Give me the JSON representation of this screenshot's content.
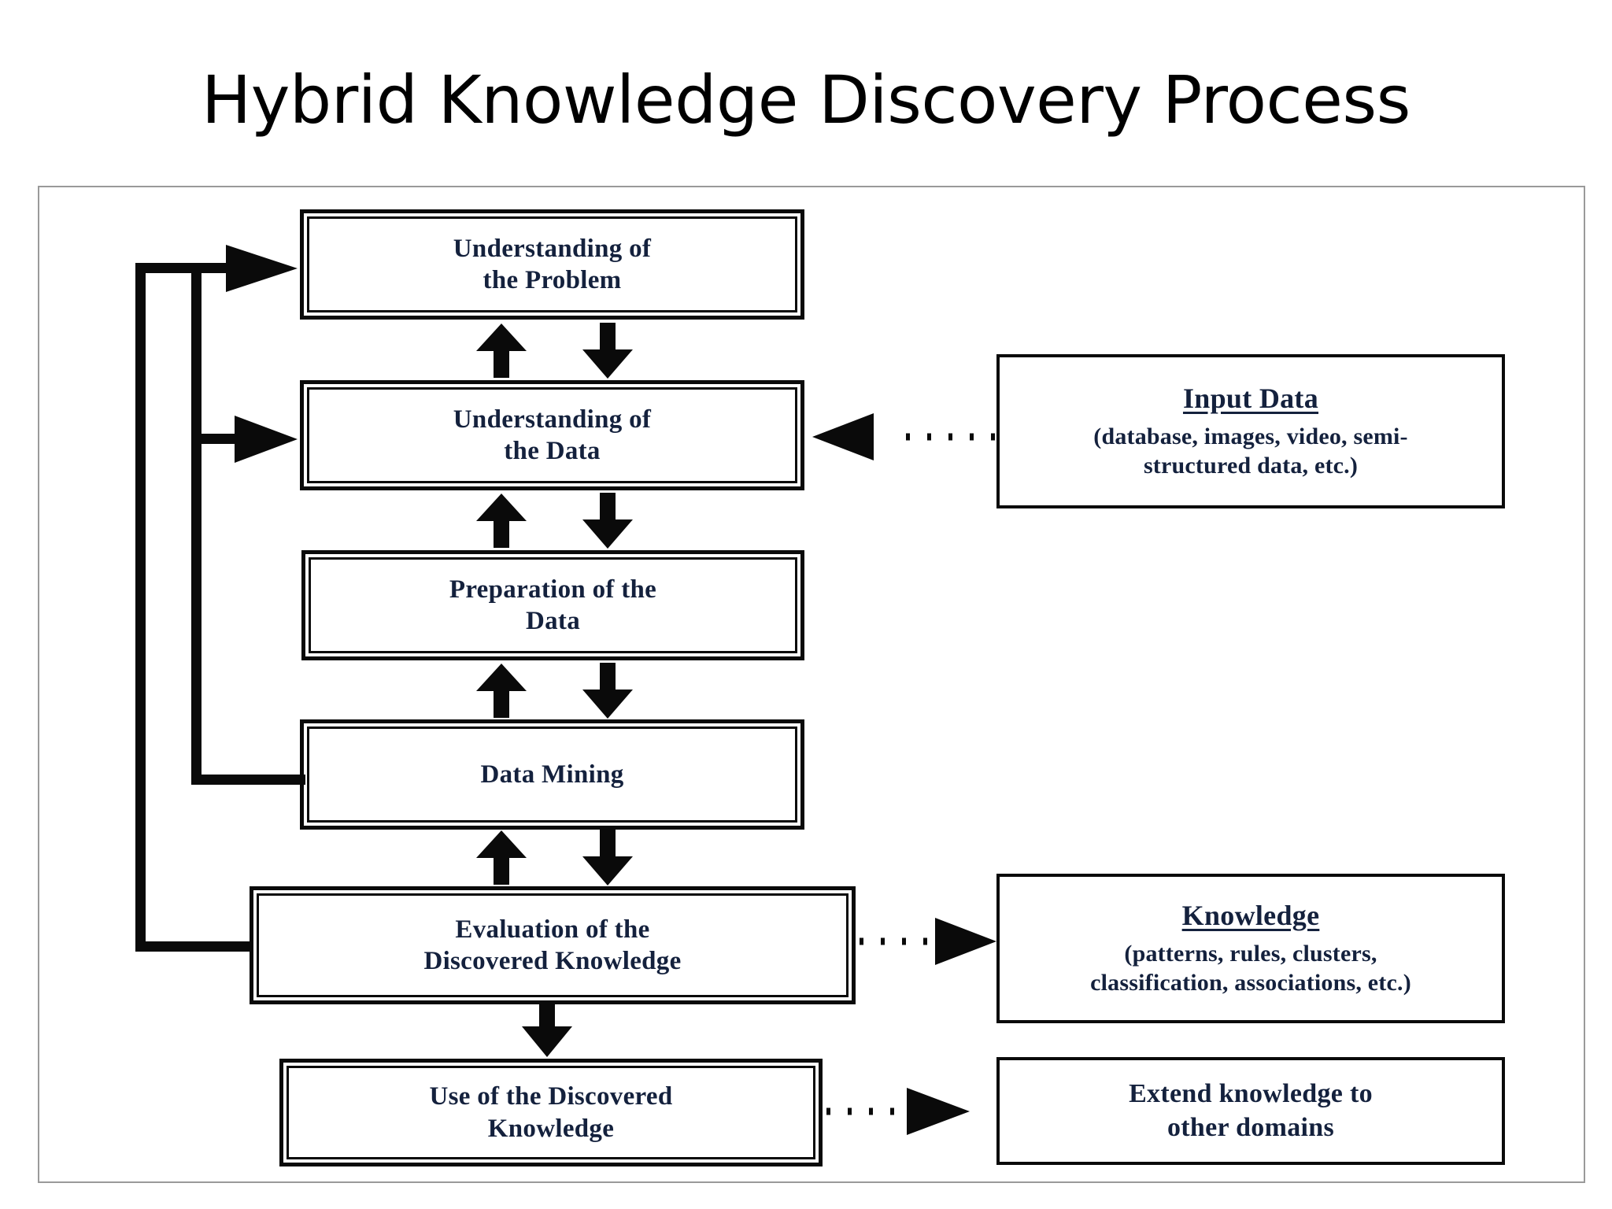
{
  "title": "Hybrid Knowledge Discovery Process",
  "diagram": {
    "type": "flowchart",
    "process_boxes": [
      {
        "id": "understanding-problem",
        "label_line1": "Understanding of",
        "label_line2": "the Problem"
      },
      {
        "id": "understanding-data",
        "label_line1": "Understanding of",
        "label_line2": "the Data"
      },
      {
        "id": "preparation-data",
        "label_line1": "Preparation of the",
        "label_line2": "Data"
      },
      {
        "id": "data-mining",
        "label_line1": "Data Mining",
        "label_line2": ""
      },
      {
        "id": "evaluation",
        "label_line1": "Evaluation of the",
        "label_line2": "Discovered Knowledge"
      },
      {
        "id": "use-knowledge",
        "label_line1": "Use of the Discovered",
        "label_line2": "Knowledge"
      }
    ],
    "side_boxes": [
      {
        "id": "input-data",
        "title": "Input Data",
        "sub_line1": "(database, images, video, semi-",
        "sub_line2": "structured data, etc.)"
      },
      {
        "id": "knowledge",
        "title": "Knowledge",
        "sub_line1": "(patterns, rules, clusters,",
        "sub_line2": "classification, associations, etc.)"
      },
      {
        "id": "extend-knowledge",
        "title": "",
        "plain_line1": "Extend knowledge to",
        "plain_line2": "other domains"
      }
    ],
    "connectors": [
      {
        "name": "bidirectional-problem-data",
        "style": "solid",
        "kind": "up-down-pair"
      },
      {
        "name": "bidirectional-data-preparation",
        "style": "solid",
        "kind": "up-down-pair"
      },
      {
        "name": "bidirectional-preparation-mining",
        "style": "solid",
        "kind": "up-down-pair"
      },
      {
        "name": "bidirectional-mining-evaluation",
        "style": "solid",
        "kind": "up-down-pair"
      },
      {
        "name": "evaluation-to-use",
        "style": "solid",
        "kind": "down-arrow"
      },
      {
        "name": "input-data-to-understanding-data",
        "style": "dotted",
        "kind": "left-arrow"
      },
      {
        "name": "evaluation-to-knowledge",
        "style": "dotted",
        "kind": "right-arrow"
      },
      {
        "name": "use-to-extend",
        "style": "dotted",
        "kind": "right-arrow"
      },
      {
        "name": "feedback-loop-inner-mining",
        "style": "solid",
        "kind": "feedback"
      },
      {
        "name": "feedback-loop-outer-evaluation",
        "style": "solid",
        "kind": "feedback"
      }
    ]
  },
  "colors": {
    "text_navy": "#14213d",
    "line_black": "#0a0a0a",
    "frame_gray": "#9a9a9a",
    "background": "#ffffff"
  }
}
